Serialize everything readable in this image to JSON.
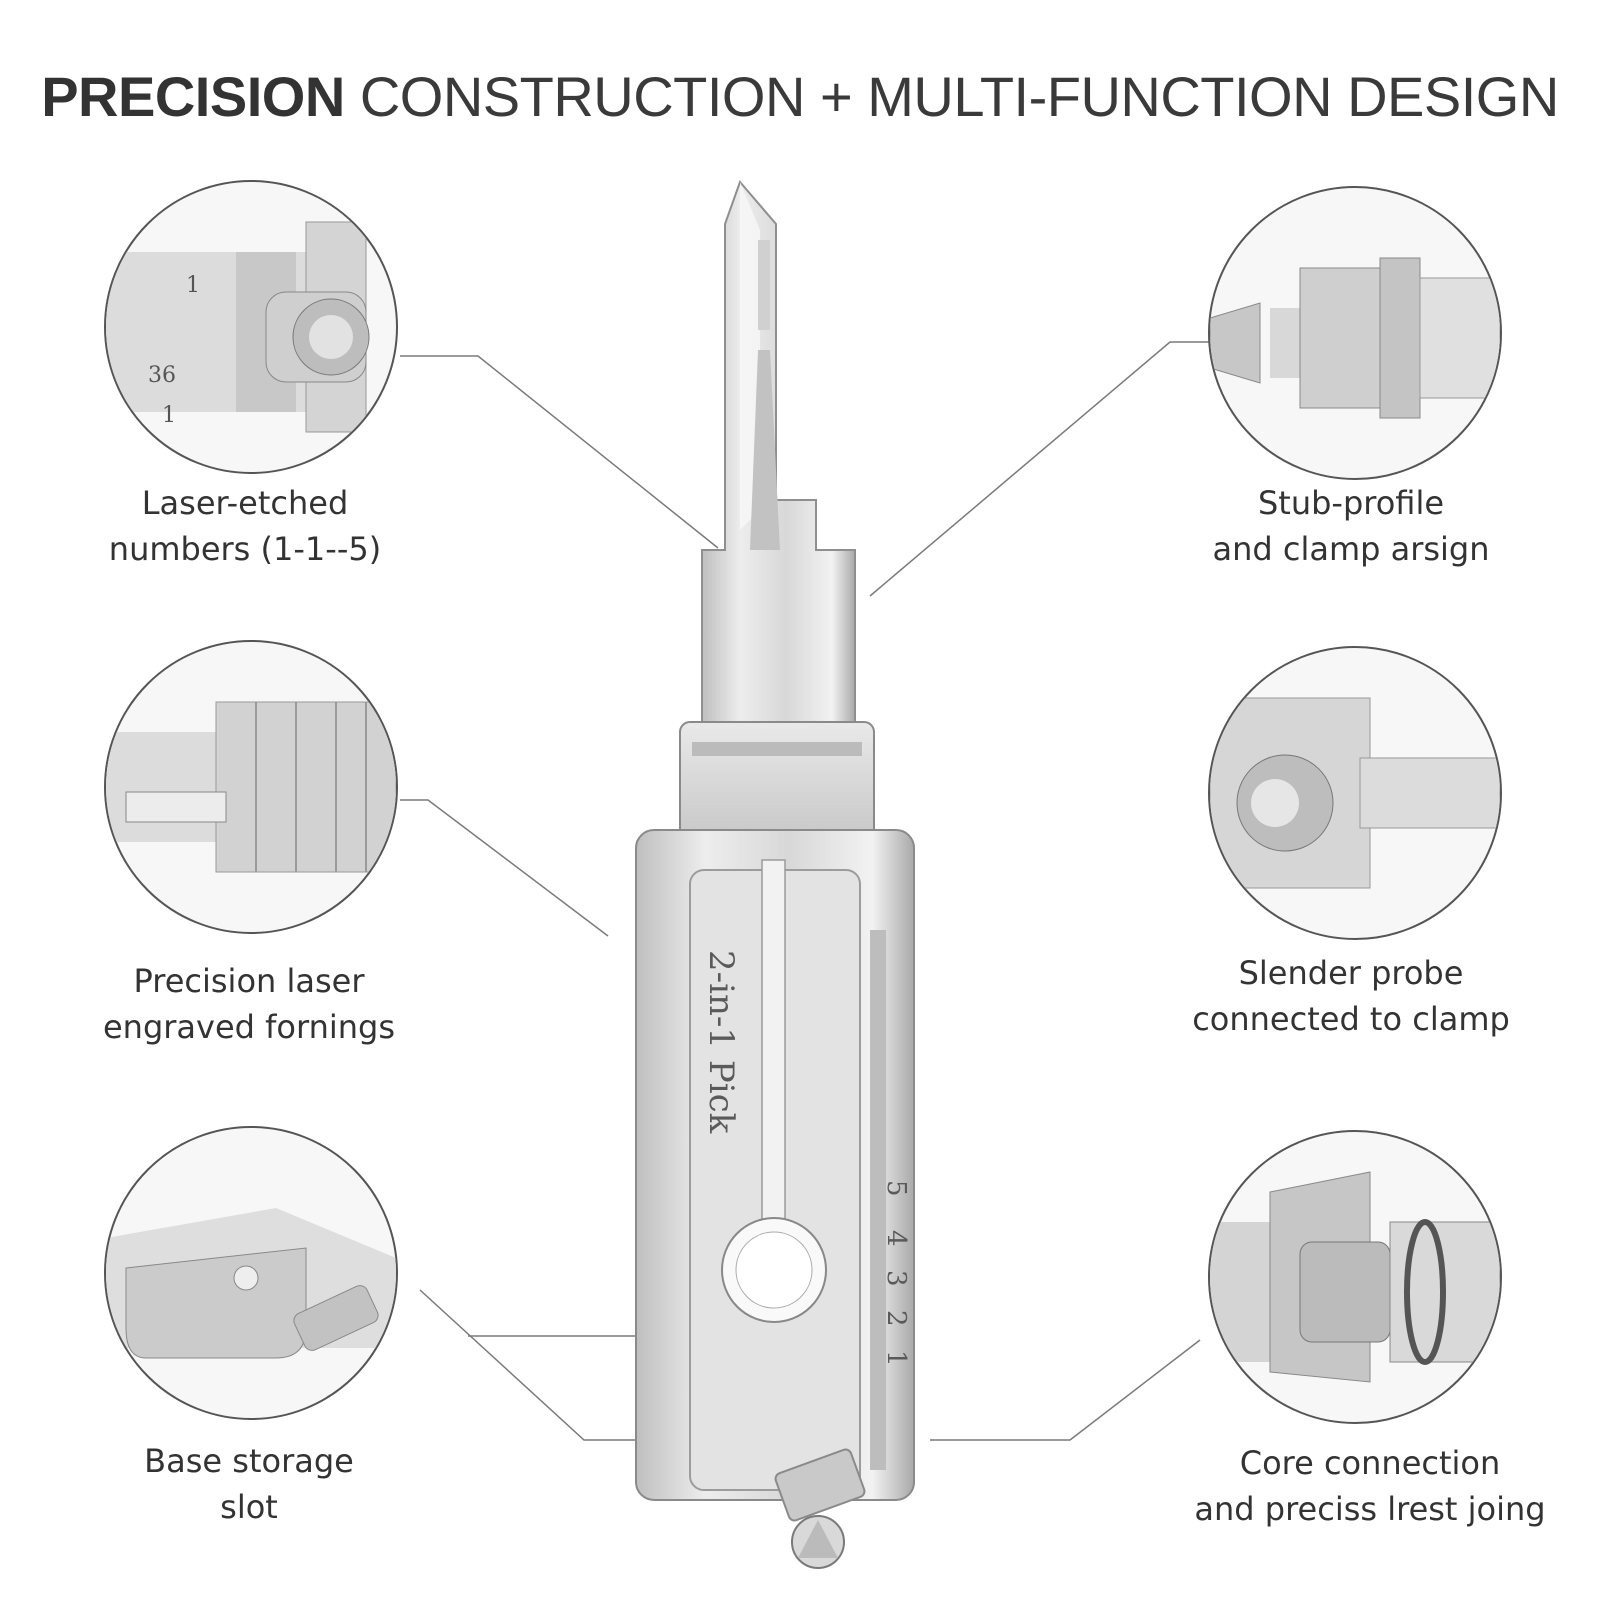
{
  "header": {
    "title_bold": "PRECISION",
    "title_rest": "CONSTRUCTION + MULTI-FUNCTION DESIGN"
  },
  "callouts": [
    {
      "id": "laser-etched",
      "line1": "Laser-etched",
      "line2": "numbers (1-1--5)"
    },
    {
      "id": "precision-laser",
      "line1": "Precision laser",
      "line2": "engraved fornings"
    },
    {
      "id": "base-storage",
      "line1": "Base storage",
      "line2": "slot"
    },
    {
      "id": "sub-profile",
      "line1": "Stub-profile",
      "line2": "and clamp arsign"
    },
    {
      "id": "slender-probe",
      "line1": "Slender probe",
      "line2": "connected to clamp"
    },
    {
      "id": "core-connection",
      "line1": "Core connection",
      "line2": "and preciss lrest joing"
    }
  ],
  "tool": {
    "engraving": "2-in-1 Pick",
    "scale_numbers": [
      "5",
      "4",
      "3",
      "2",
      "1"
    ]
  },
  "detail_labels": {
    "etched_number_1": "1",
    "etched_number_36": "36",
    "etched_number_1b": "1"
  },
  "colors": {
    "steel_light": "#e6e6e6",
    "steel_mid": "#bdbdbd",
    "steel_dark": "#8a8a8a",
    "line": "#6b6b6b",
    "text": "#333333"
  }
}
